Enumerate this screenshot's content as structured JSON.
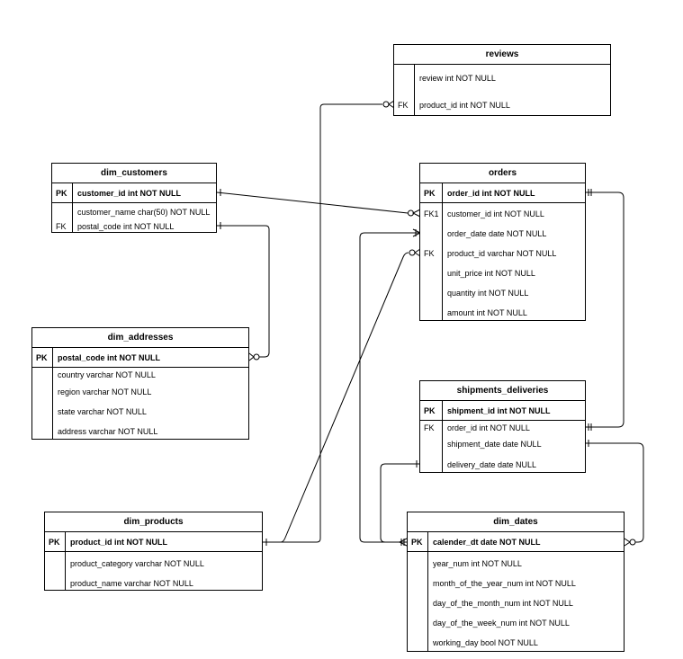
{
  "tables": {
    "reviews": {
      "title": "reviews",
      "rows": [
        {
          "key": "",
          "text": "review  int NOT NULL"
        },
        {
          "key": "FK",
          "text": "product_id  int NOT NULL"
        }
      ]
    },
    "dim_customers": {
      "title": "dim_customers",
      "pk": {
        "key": "PK",
        "text": "customer_id int NOT NULL"
      },
      "rows": [
        {
          "key": "",
          "text": "customer_name char(50) NOT NULL"
        },
        {
          "key": "FK",
          "text": "postal_code int NOT NULL"
        }
      ]
    },
    "orders": {
      "title": "orders",
      "pk": {
        "key": "PK",
        "text": "order_id int NOT NULL"
      },
      "rows": [
        {
          "key": "FK1",
          "text": "customer_id int NOT NULL"
        },
        {
          "key": "",
          "text": "order_date date NOT NULL"
        },
        {
          "key": "FK",
          "text": "product_id  varchar NOT NULL"
        },
        {
          "key": "",
          "text": "unit_price  int NOT NULL"
        },
        {
          "key": "",
          "text": "quantity  int NOT NULL"
        },
        {
          "key": "",
          "text": "amount  int NOT NULL"
        }
      ]
    },
    "dim_addresses": {
      "title": "dim_addresses",
      "pk": {
        "key": "PK",
        "text": "postal_code int NOT NULL"
      },
      "rows": [
        {
          "key": "",
          "text": "country varchar NOT NULL"
        },
        {
          "key": "",
          "text": "region varchar NOT NULL"
        },
        {
          "key": "",
          "text": "state  varchar NOT NULL"
        },
        {
          "key": "",
          "text": "address  varchar NOT NULL"
        }
      ]
    },
    "shipments_deliveries": {
      "title": "shipments_deliveries",
      "pk": {
        "key": "PK",
        "text": "shipment_id int NOT NULL"
      },
      "rows": [
        {
          "key": "FK",
          "text": "order_id int NOT NULL"
        },
        {
          "key": "",
          "text": "shipment_date date NULL"
        },
        {
          "key": "",
          "text": "delivery_date date NULL"
        }
      ]
    },
    "dim_products": {
      "title": "dim_products",
      "pk": {
        "key": "PK",
        "text": "product_id int  NOT NULL"
      },
      "rows": [
        {
          "key": "",
          "text": "product_category varchar NOT NULL"
        },
        {
          "key": "",
          "text": "product_name varchar NOT NULL"
        }
      ]
    },
    "dim_dates": {
      "title": "dim_dates",
      "pk": {
        "key": "PK",
        "text": "calender_dt date NOT NULL"
      },
      "rows": [
        {
          "key": "",
          "text": "year_num int NOT NULL"
        },
        {
          "key": "",
          "text": "month_of_the_year_num int NOT NULL"
        },
        {
          "key": "",
          "text": "day_of_the_month_num int NOT NULL"
        },
        {
          "key": "",
          "text": "day_of_the_week_num int NOT NULL"
        },
        {
          "key": "",
          "text": "working_day bool NOT NULL"
        }
      ]
    }
  },
  "relationships": [
    {
      "from": "dim_customers.customer_id",
      "to": "orders.customer_id",
      "from_end": "one",
      "to_end": "zero-or-many"
    },
    {
      "from": "dim_customers.postal_code",
      "to": "dim_addresses.postal_code",
      "from_end": "one",
      "to_end": "zero-or-many"
    },
    {
      "from": "dim_products.product_id",
      "to": "reviews.product_id",
      "from_end": "one",
      "to_end": "zero-or-many"
    },
    {
      "from": "dim_products.product_id",
      "to": "orders.product_id",
      "from_end": "one",
      "to_end": "zero-or-many"
    },
    {
      "from": "orders.order_id",
      "to": "shipments_deliveries.order_id",
      "from_end": "one-and-only-one",
      "to_end": "one-and-only-one"
    },
    {
      "from": "dim_dates.calender_dt",
      "to": "orders.order_date",
      "from_end": "one-or-many",
      "to_end": "one-or-many"
    },
    {
      "from": "dim_dates.calender_dt",
      "to": "shipments_deliveries.shipment_date",
      "from_end": "zero-or-many",
      "to_end": "one"
    },
    {
      "from": "dim_dates.calender_dt",
      "to": "shipments_deliveries.delivery_date",
      "from_end": "one",
      "to_end": "one"
    }
  ]
}
